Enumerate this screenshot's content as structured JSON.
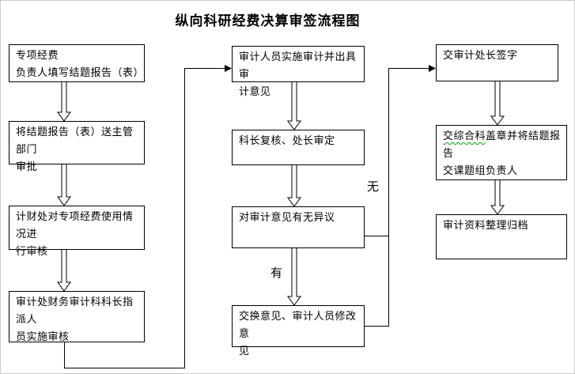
{
  "title": "纵向科研经费决算审签流程图",
  "colors": {
    "line": "#000000",
    "background": "#ffffff",
    "spellcheck_underline": "#00a000"
  },
  "branch_labels": {
    "yes": "有",
    "no": "无"
  },
  "nodes": [
    {
      "id": "L1",
      "label": "专项经费\n负责人填写结题报告（表）"
    },
    {
      "id": "L2",
      "label": "将结题报告（表）送主管部门\n审批"
    },
    {
      "id": "L3",
      "label": "计财处对专项经费使用情况进\n行审核"
    },
    {
      "id": "L4",
      "label": "审计处财务审计科科长指派人\n员实施审核"
    },
    {
      "id": "M1",
      "label": "审计人员实施审计并出具审\n计意见"
    },
    {
      "id": "M2",
      "label": "科长复核、处长审定"
    },
    {
      "id": "M3",
      "label": "对审计意见有无异议"
    },
    {
      "id": "M4",
      "label": "交换意见、审计人员修改意\n见"
    },
    {
      "id": "R1",
      "label": "交审计处长签字"
    },
    {
      "id": "R2",
      "label_parts": [
        "交综合科",
        "盖章并将结题报告\n交课题组负责人"
      ]
    },
    {
      "id": "R3",
      "label": "审计资料整理归档"
    }
  ]
}
